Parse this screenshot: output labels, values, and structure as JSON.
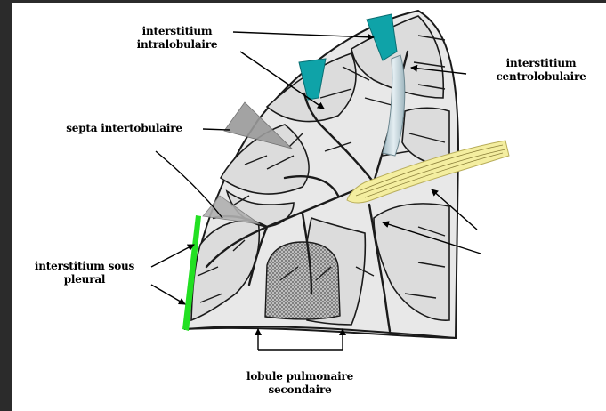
{
  "labels": {
    "interstitium_intra_line1": "interstitium",
    "interstitium_intra_line2": "intralobulaire",
    "interstitium_centro_line1": "interstitium",
    "interstitium_centro_line2": "centrolobulaire",
    "septa": "septa intertobulaire",
    "sous_pleural_line1": "interstitium sous",
    "sous_pleural_line2": "pleural",
    "lobule_line1": "lobule pulmonaire",
    "lobule_line2": "secondaire"
  },
  "colors": {
    "background": "#2b2b2b",
    "lobule_fill": "#e6e6e6",
    "teal_marker": "#0fa3a8",
    "pleura_green": "#22e022",
    "bronchus_yellow": "#f4eea0",
    "septa_gray": "#8a8a8a"
  },
  "icons": {
    "arrow": "arrowhead"
  }
}
